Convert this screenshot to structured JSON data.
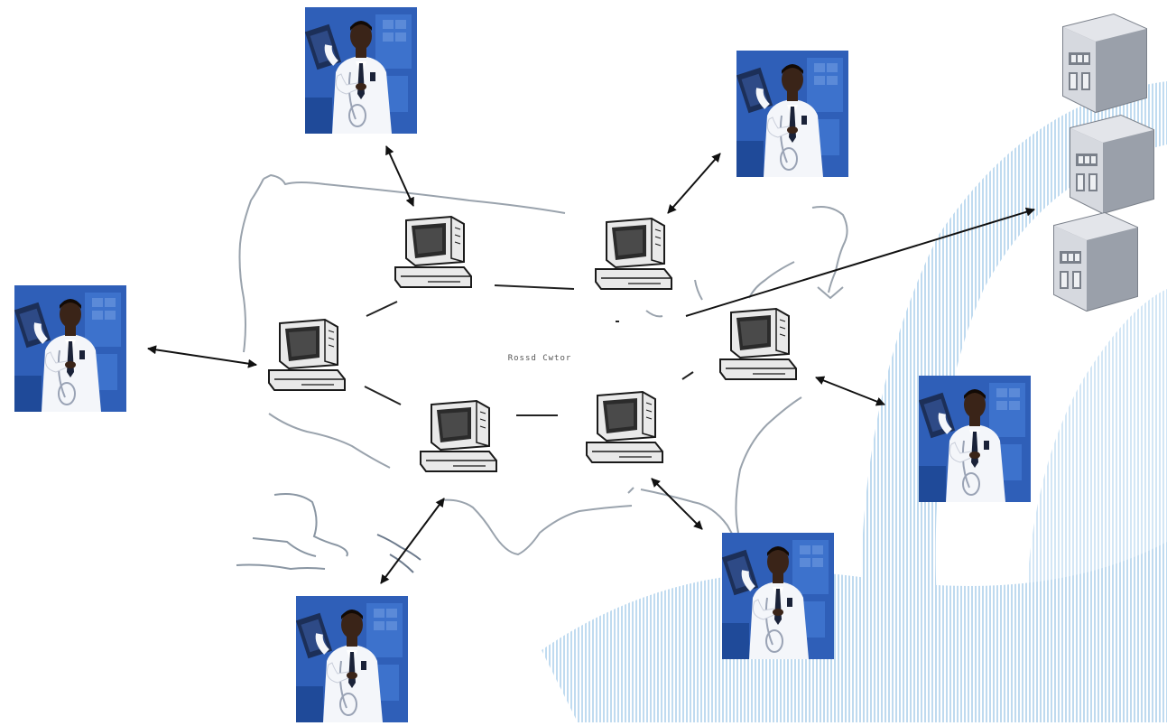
{
  "diagram": {
    "center_label": "Rossd Cwtor",
    "nodes": {
      "radiologists": [
        "radiologist",
        "radiologist",
        "radiologist",
        "radiologist",
        "radiologist",
        "radiologist"
      ],
      "workstations": [
        "workstation",
        "workstation",
        "workstation",
        "workstation",
        "workstation",
        "workstation"
      ],
      "servers": [
        "server",
        "server",
        "server"
      ]
    },
    "icons": {
      "radiologist": "doctor-holding-xray-icon",
      "workstation": "computer-terminal-icon",
      "server": "server-rack-icon"
    },
    "colors": {
      "photo_bg": "#2f5fb8",
      "photo_bg_dark": "#1f4a99",
      "coat": "#f4f6fa",
      "skin": "#3a2418",
      "tie": "#1a2238",
      "xray": "#1c2f58",
      "monitor_body": "#e9e9e9",
      "monitor_outline": "#1a1a1a",
      "screen": "#2b2b2b",
      "server_face": "#c8ccd3",
      "server_side": "#9aa0aa",
      "map_line": "#9aa3ad",
      "arrow": "#111111",
      "watermark": "#b9d7ee"
    },
    "arrowheads": "double"
  }
}
